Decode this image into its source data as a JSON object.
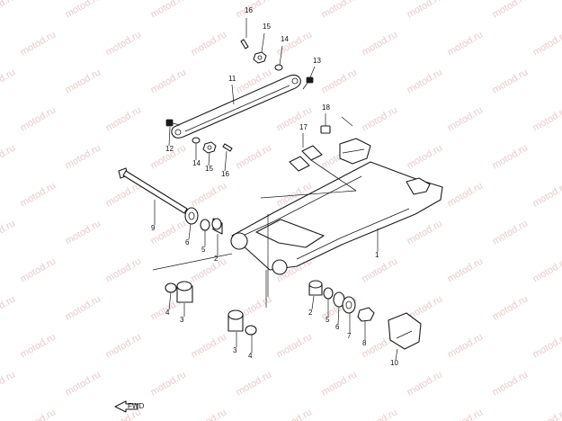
{
  "watermark_text": "motod.ru",
  "callouts": [
    {
      "label": "16"
    },
    {
      "label": "15"
    },
    {
      "label": "14"
    },
    {
      "label": "13"
    },
    {
      "label": "11"
    },
    {
      "label": "12"
    },
    {
      "label": "14"
    },
    {
      "label": "15"
    },
    {
      "label": "16"
    },
    {
      "label": "17"
    },
    {
      "label": "18"
    },
    {
      "label": "9"
    },
    {
      "label": "6"
    },
    {
      "label": "5"
    },
    {
      "label": "2"
    },
    {
      "label": "1"
    },
    {
      "label": "4"
    },
    {
      "label": "3"
    },
    {
      "label": "2"
    },
    {
      "label": "5"
    },
    {
      "label": "6"
    },
    {
      "label": "7"
    },
    {
      "label": "8"
    },
    {
      "label": "3"
    },
    {
      "label": "4"
    },
    {
      "label": "10"
    }
  ],
  "fwd_label": "FWD",
  "colors": {
    "line": "#1a1a1a",
    "watermark": "#e8cccc",
    "background": "#ffffff"
  }
}
